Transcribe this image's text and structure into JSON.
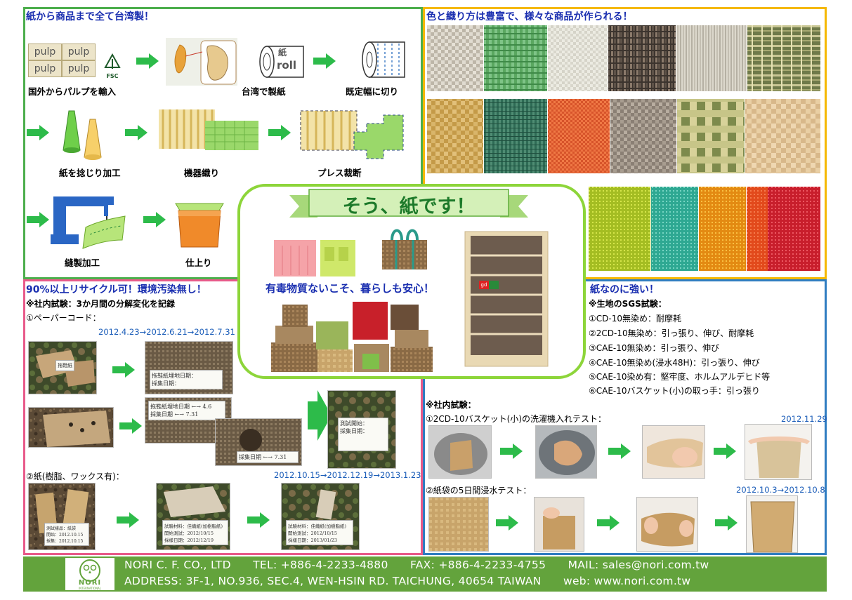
{
  "colors": {
    "green": "#4cae4c",
    "orange": "#f5b800",
    "pink": "#e85a8a",
    "blue": "#2f7dc1",
    "footer": "#63a33c",
    "title": "#1a2fb0"
  },
  "top_left": {
    "title": "紙から商品まで全て台湾製！",
    "pulp_word": "pulp",
    "fsc_text": "FSC",
    "roll_word1": "紙",
    "roll_word2": "roll",
    "steps": [
      "国外からパルプを輸入",
      "台湾で製紙",
      "既定幅に切り",
      "紙を捻じり加工",
      "機器織り",
      "プレス裁断",
      "縫製加工",
      "仕上り"
    ]
  },
  "top_right": {
    "title": "色と織り方は豊富で、様々な商品が作られる！"
  },
  "center": {
    "ribbon": "そう、紙です！",
    "tagline": "有毒物質ないこそ、暮らしも安心！",
    "shelf_label": "gd"
  },
  "bottom_left": {
    "title": "90%以上リサイクル可！環境汚染無し！",
    "subtitle": "※社内試験：3か月間の分解変化を記録",
    "item1": "①ペーパーコード：",
    "item1_dates": "2012.4.23→2012.6.21→2012.7.31",
    "item2": "②紙(樹脂、ワックス有)：",
    "item2_dates": "2012.10.15→2012.12.19→2013.1.23",
    "notes": {
      "a": "拖鞋紙",
      "b1": "拖鞋紙埋地日期：",
      "b2": "採集日期：",
      "c1": "拖鞋紙埋地日期 ←→ 4.6",
      "c2": "採集日期 ←→ 7.31",
      "d1": "測試開始：",
      "d2": "採集日期：",
      "e1": "測試樣品：紙袋",
      "e2": "開始：2012.10.15",
      "e3": "採集：2012.10.15",
      "f1": "試驗材料：佳織紙(加樹脂紙)",
      "f2": "開始測試：2012/10/15",
      "f3": "採樣日期：2012/12/19",
      "g1": "試驗材料：佳織紙(加樹脂紙)",
      "g2": "開始測試：2012/10/15",
      "g3": "採樣日期：2013/01/23"
    }
  },
  "bottom_right": {
    "title": "紙なのに強い！",
    "sgs_title": "※生地のSGS試験：",
    "sgs_items": [
      "①CD-10無染め：耐摩耗",
      "②2CD-10無染め：引っ張り、伸び、耐摩耗",
      "③CAE-10無染め：引っ張り、伸び",
      "④CAE-10無染め(浸水48H)：引っ張り、伸び",
      "⑤CAE-10染め有：堅牢度、ホルムアルデヒド等",
      "⑥CAE-10バスケット(小)の取っ手：引っ張り"
    ],
    "inhouse_title": "※社内試験：",
    "test1": "①2CD-10バスケット(小)の洗濯機入れテスト：",
    "test1_date": "2012.11.29",
    "test2": "②紙袋の5日間浸水テスト：",
    "test2_date": "2012.10.3→2012.10.8"
  },
  "footer": {
    "line1": "NORI C. F. CO., LTD      TEL: +886-4-2233-4880      FAX: +886-4-2233-4755      MAIL: sales@nori.com.tw",
    "line2": "ADDRESS: 3F-1, NO.936, SEC.4, WEN-HSIN RD. TAICHUNG, 40654 TAIWAN      web: www.nori.com.tw",
    "logo_text": "NORI",
    "logo_sub": "INTERNATIONAL"
  }
}
